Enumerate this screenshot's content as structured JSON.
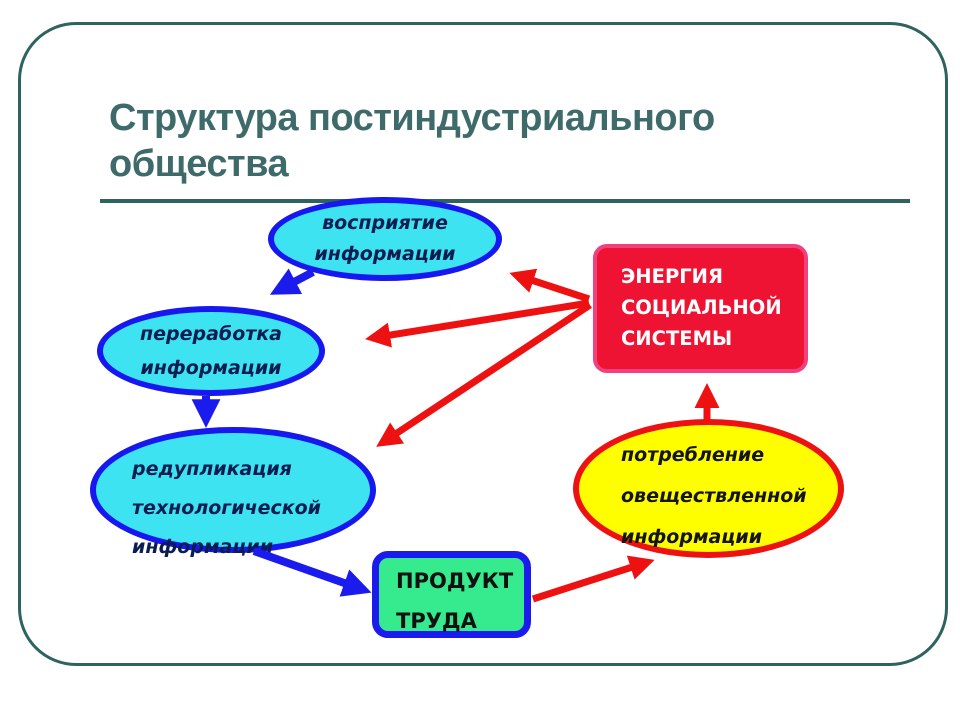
{
  "slide": {
    "title": "Структура постиндустриального общества"
  },
  "colors": {
    "frame_teal": "#2E6360",
    "title_teal": "#3E6A6A",
    "cyan_fill": "#3EE3F2",
    "blue_border": "#1717EF",
    "blue_arrow": "#1B1BEE",
    "green_fill": "#35EB8E",
    "red_fill": "#EE1233",
    "pink_border": "#F2407E",
    "yellow_fill": "#FEFE00",
    "red_arrow": "#EE1111"
  },
  "diagram": {
    "nodes": [
      {
        "id": "perception",
        "shape": "ellipse",
        "label": "восприятие информации",
        "fill": "#3EE3F2",
        "border": "#1717EF",
        "text_color": "#0A1C52"
      },
      {
        "id": "processing",
        "shape": "ellipse",
        "label": "переработка информации",
        "fill": "#3EE3F2",
        "border": "#1717EF",
        "text_color": "#0A1C52"
      },
      {
        "id": "reduplication",
        "shape": "ellipse",
        "label": "редупликация технологической информации",
        "fill": "#3EE3F2",
        "border": "#1717EF",
        "text_color": "#0A1C52"
      },
      {
        "id": "product",
        "shape": "rect",
        "label": "ПРОДУКТ ТРУДА",
        "fill": "#35EB8E",
        "border": "#1B1BEE",
        "text_color": "#111111"
      },
      {
        "id": "energy",
        "shape": "rect",
        "label": "ЭНЕРГИЯ СОЦИАЛЬНОЙ СИСТЕМЫ",
        "fill": "#EE1233",
        "border": "#F2407E",
        "text_color": "#FFFFFF"
      },
      {
        "id": "consumption",
        "shape": "ellipse",
        "label": "потребление овеществленной информации",
        "fill": "#FEFE00",
        "border": "#EE1111",
        "text_color": "#141414"
      }
    ],
    "edges": [
      {
        "from": "perception",
        "to": "processing",
        "color": "blue"
      },
      {
        "from": "processing",
        "to": "reduplication",
        "color": "blue"
      },
      {
        "from": "reduplication",
        "to": "product",
        "color": "blue"
      },
      {
        "from": "energy",
        "to": "perception",
        "color": "red"
      },
      {
        "from": "energy",
        "to": "processing",
        "color": "red"
      },
      {
        "from": "energy",
        "to": "reduplication",
        "color": "red"
      },
      {
        "from": "product",
        "to": "consumption",
        "color": "red"
      },
      {
        "from": "consumption",
        "to": "energy",
        "color": "red"
      }
    ]
  }
}
